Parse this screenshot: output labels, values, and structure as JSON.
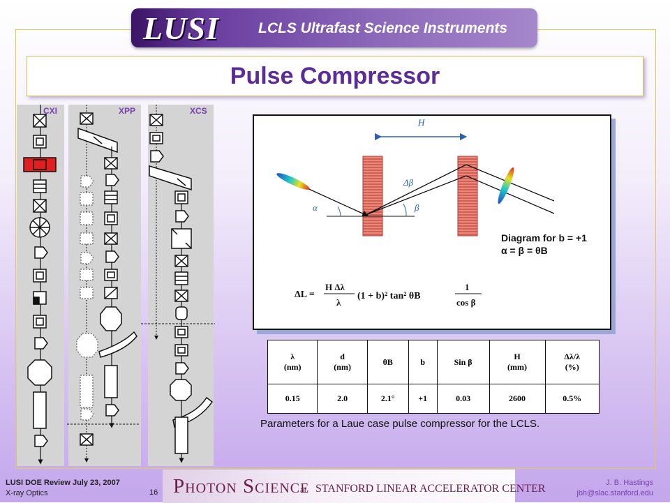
{
  "header": {
    "logo_text": "LUSI",
    "logo_subtitle": "LCLS Ultrafast Science Instruments"
  },
  "slide": {
    "title": "Pulse Compressor"
  },
  "instruments": {
    "cxi": "CXI",
    "xpp": "XPP",
    "xcs": "XCS"
  },
  "diagram": {
    "h_label": "H",
    "dbeta_label": "Δβ",
    "alpha_label": "α",
    "beta_label": "β",
    "caption_line1": "Diagram for b = +1",
    "caption_line2": "α = β = θB",
    "formula_lhs": "ΔL =",
    "formula_num": "H Δλ",
    "formula_den": "λ",
    "formula_mid": "(1 + b)² tan² θB",
    "formula_num2": "1",
    "formula_den2": "cos β"
  },
  "table": {
    "headers": [
      {
        "sym": "λ",
        "unit": "(nm)"
      },
      {
        "sym": "d",
        "unit": "(nm)"
      },
      {
        "sym": "θB",
        "unit": ""
      },
      {
        "sym": "b",
        "unit": ""
      },
      {
        "sym": "Sin β",
        "unit": ""
      },
      {
        "sym": "H",
        "unit": "(mm)"
      },
      {
        "sym": "Δλ/λ",
        "unit": "(%)"
      }
    ],
    "values": [
      "0.15",
      "2.0",
      "2.1°",
      "+1",
      "0.03",
      "2600",
      "0.5%"
    ]
  },
  "caption": "Parameters for a Laue case pulse compressor for the LCLS.",
  "footer": {
    "event": "LUSI DOE Review July 23, 2007",
    "topic": "X-ray Optics",
    "page": "16",
    "org_photon": "Photon Science",
    "org_at": "at",
    "org_lab": "STANFORD LINEAR ACCELERATOR CENTER",
    "author": "J. B. Hastings",
    "email": "jbh@slac.stanford.edu"
  },
  "colors": {
    "title": "#5c2c96",
    "accent": "#7a3fb0",
    "crystal": "#e07a6e",
    "highlight": "#e02020"
  }
}
